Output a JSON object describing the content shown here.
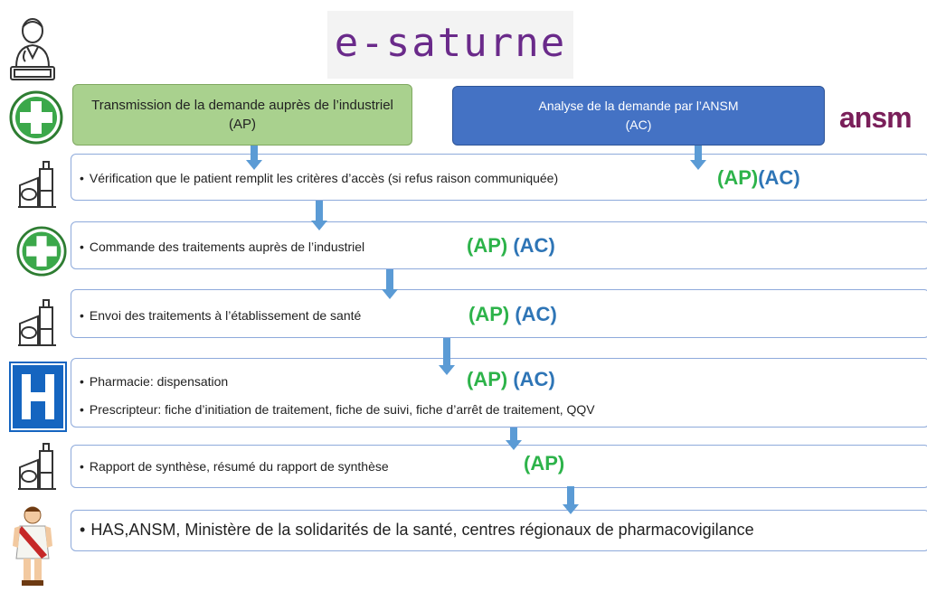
{
  "logo": {
    "text": "e-saturne",
    "partner": "ansm"
  },
  "header": {
    "green_box": "Transmission de la demande auprès de l’industriel (AP)",
    "blue_box_line1": "Analyse de la demande par l’ANSM",
    "blue_box_line2": "(AC)"
  },
  "steps": [
    {
      "icon": "factory-icon",
      "items": [
        "Vérification que le patient remplit les critères d’accès (si refus raison communiquée)"
      ],
      "ap": "(AP)",
      "ac": "(AC)"
    },
    {
      "icon": "pharmacy-cross-icon",
      "items": [
        "Commande des traitements auprès de l’industriel"
      ],
      "ap": "(AP)",
      "ac": "(AC)"
    },
    {
      "icon": "factory-icon",
      "items": [
        "Envoi des traitements à l’établissement de santé"
      ],
      "ap": "(AP)",
      "ac": "(AC)"
    },
    {
      "icon": "hospital-icon",
      "items": [
        "Pharmacie: dispensation",
        "Prescripteur: fiche d’initiation de traitement, fiche de suivi, fiche d’arrêt de traitement, QQV"
      ],
      "ap": "(AP)",
      "ac": "(AC)"
    },
    {
      "icon": "factory-icon",
      "items": [
        "Rapport de synthèse, résumé du rapport de synthèse"
      ],
      "ap": "(AP)",
      "ac": ""
    },
    {
      "icon": "roman-figure-icon",
      "items": [
        "HAS,ANSM, Ministère de la solidarités de la santé, centres régionaux de pharmacovigilance"
      ],
      "ap": "",
      "ac": ""
    }
  ],
  "colors": {
    "ap": "#2db34a",
    "ac": "#2e75b6",
    "green_box": "#a9d18e",
    "blue_box": "#4472c4",
    "arrow": "#5b9bd5",
    "border": "#8eaadb"
  }
}
